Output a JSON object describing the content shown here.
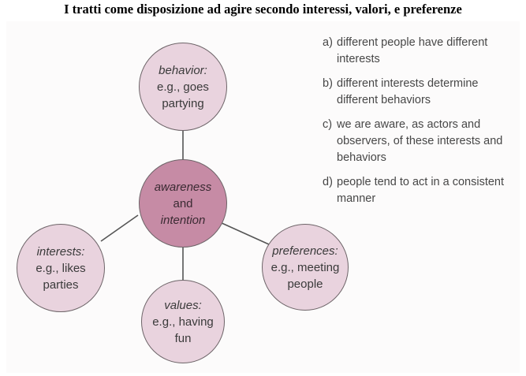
{
  "title": "I tratti come disposizione ad agire secondo interessi, valori, e preferenze",
  "center": {
    "line1": "awareness",
    "line2": "and",
    "line3": "intention"
  },
  "nodes": {
    "behavior": {
      "label": "behavior:",
      "line1": "e.g., goes",
      "line2": "partying"
    },
    "interests": {
      "label": "interests:",
      "line1": "e.g., likes",
      "line2": "parties"
    },
    "values": {
      "label": "values:",
      "line1": "e.g., having",
      "line2": "fun"
    },
    "preferences": {
      "label": "preferences:",
      "line1": "e.g., meeting",
      "line2": "people"
    }
  },
  "list": [
    {
      "marker": "a)",
      "text": "different people have different interests"
    },
    {
      "marker": "b)",
      "text": "different interests determine different behaviors"
    },
    {
      "marker": "c)",
      "text": "we are aware, as actors and observers, of these interests and behaviors"
    },
    {
      "marker": "d)",
      "text": "people tend to act in a consistent manner"
    }
  ]
}
